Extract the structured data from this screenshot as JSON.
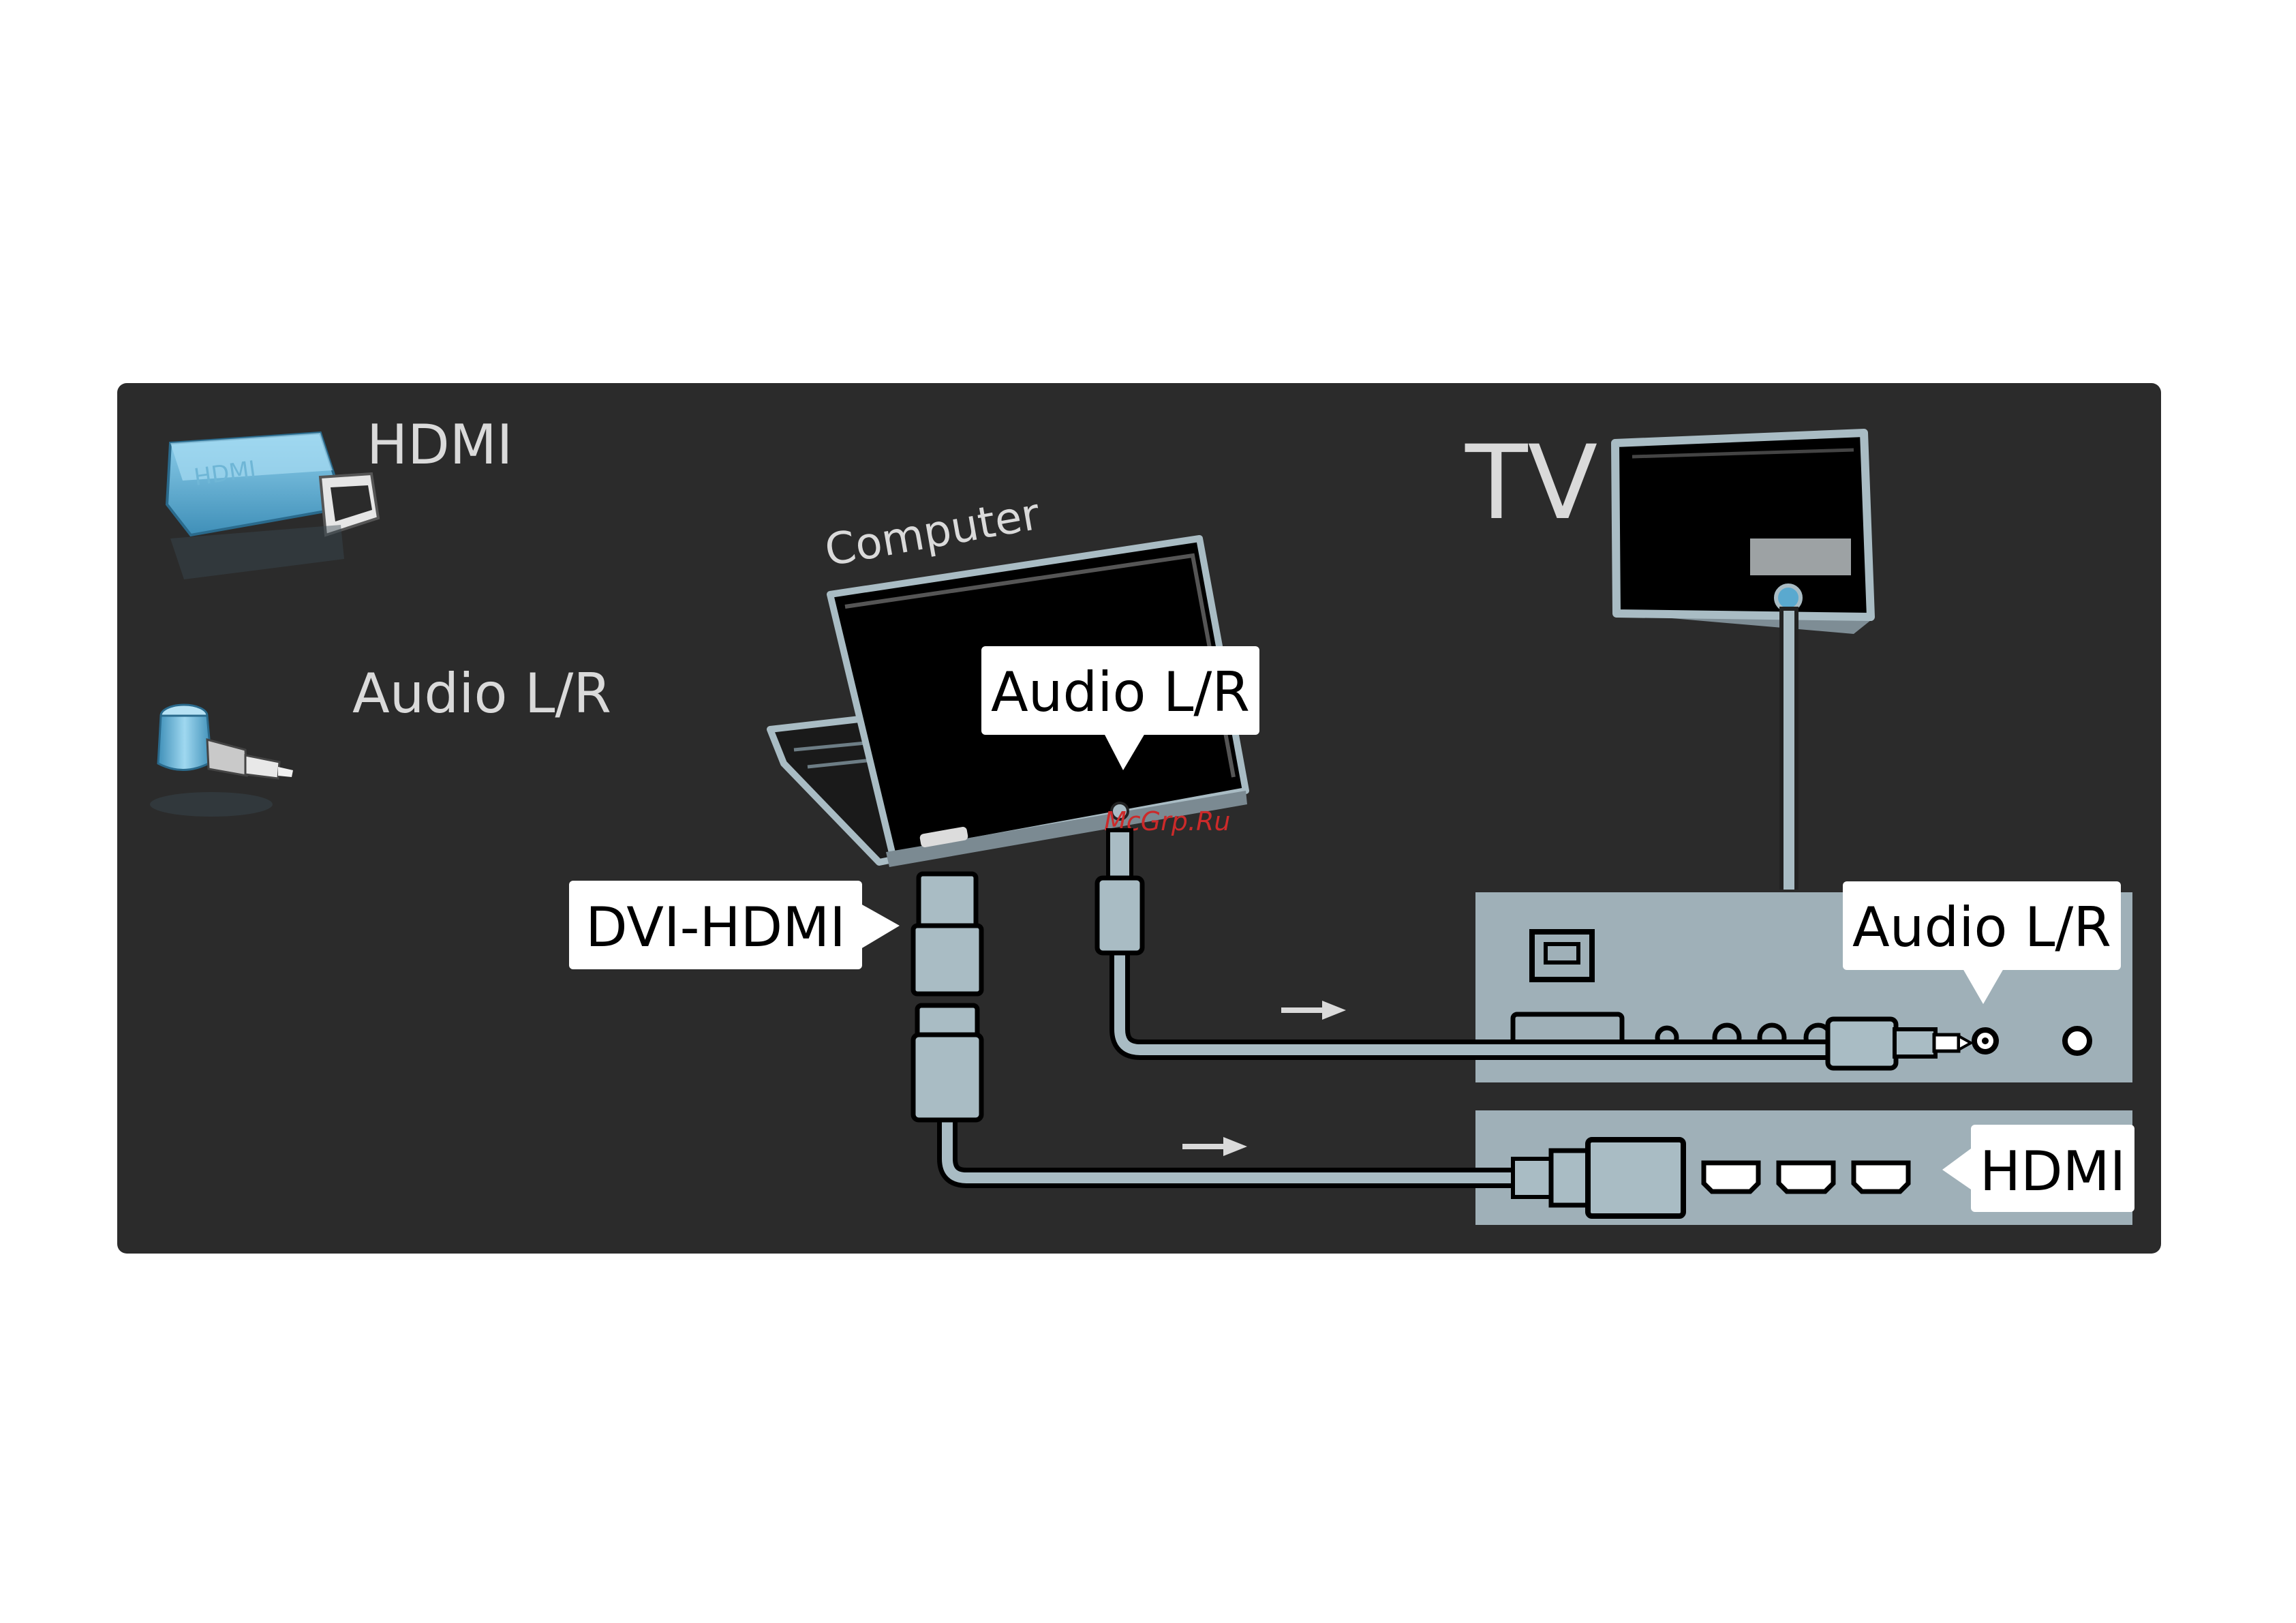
{
  "legend": {
    "hdmi_label": "HDMI",
    "audio_label": "Audio L/R"
  },
  "labels": {
    "computer": "Computer",
    "tv": "TV",
    "computer_audio": "Audio L/R",
    "dvi_hdmi": "DVI-HDMI",
    "tv_audio": "Audio L/R",
    "tv_hdmi": "HDMI"
  },
  "watermark": "McGrp.Ru",
  "colors": {
    "panel": "#2b2b2b",
    "cable": "#a9bcc4",
    "device": "#9fb0b8",
    "accent_blue": "#5aa9cf",
    "label_bg": "#ffffff",
    "label_text": "#000000",
    "title_text": "#dadada",
    "watermark": "#cc2a2a"
  }
}
